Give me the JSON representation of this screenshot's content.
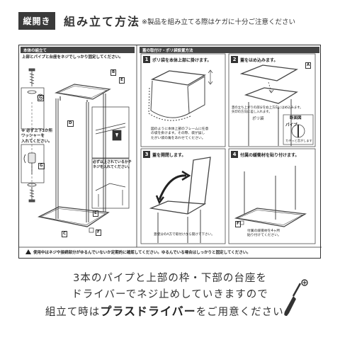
{
  "header": {
    "tag": "縦開き",
    "title": "組み立て方法",
    "caution": "※製品を組み立てる際はケガに十分ご注意ください"
  },
  "left_panel": {
    "title": "本体の組立て",
    "instruction": "上部とパイプと台座をネジでしっかり固定してください。",
    "note_washer": "※ 必ず上下3か所\nワッシャーを\n入れてください。",
    "note_screw": "必ず以上されているかチ\nネジを入れてください。",
    "letters": [
      "A",
      "B",
      "C",
      "D",
      "E",
      "F",
      "G"
    ]
  },
  "right_panel": {
    "title": "蓋の取付け・ポリ袋設置方法",
    "steps": [
      {
        "num": "1",
        "title": "ポリ袋を本体上部に掛けます。",
        "desc": "図のように本体上部のフレームに任意\nの袋を掛けます。その際、袋が誤し\nたがい袋の角をあわせてください。"
      },
      {
        "num": "2",
        "title": "蓋をはめ込みます。",
        "desc": "蓋の立ち上がりの部分を右上方向にはめ込みます。\n矢印の方向に差し入れます。"
      },
      {
        "num": "3",
        "title": "蓋を開閉します。",
        "desc": "蓋使分のA方で取付けから開けて下さい。"
      },
      {
        "num": "4",
        "title": "付属の緩衝材を貼り付けます。",
        "desc": "付属の緩衝材を4ヶ所\n貼り付けてください。"
      }
    ],
    "poly_label": "ポリ袋",
    "inset_title": "断面図",
    "inset_label": "パイプ",
    "inset_caption": "カチッと音がします"
  },
  "footer_note": "使用中はネジや接続部分がゆるんでいないか定期的に確認してください。ゆるんでいる場合はしっかりと固定してください。",
  "bottom_text": {
    "line1": "3本のパイプと上部の枠・下部の台座を",
    "line2": "ドライバーでネジ止めしていきますので",
    "line3_pre": "組立て時は",
    "line3_em": "プラスドライバー",
    "line3_post": "をご用意ください。"
  }
}
